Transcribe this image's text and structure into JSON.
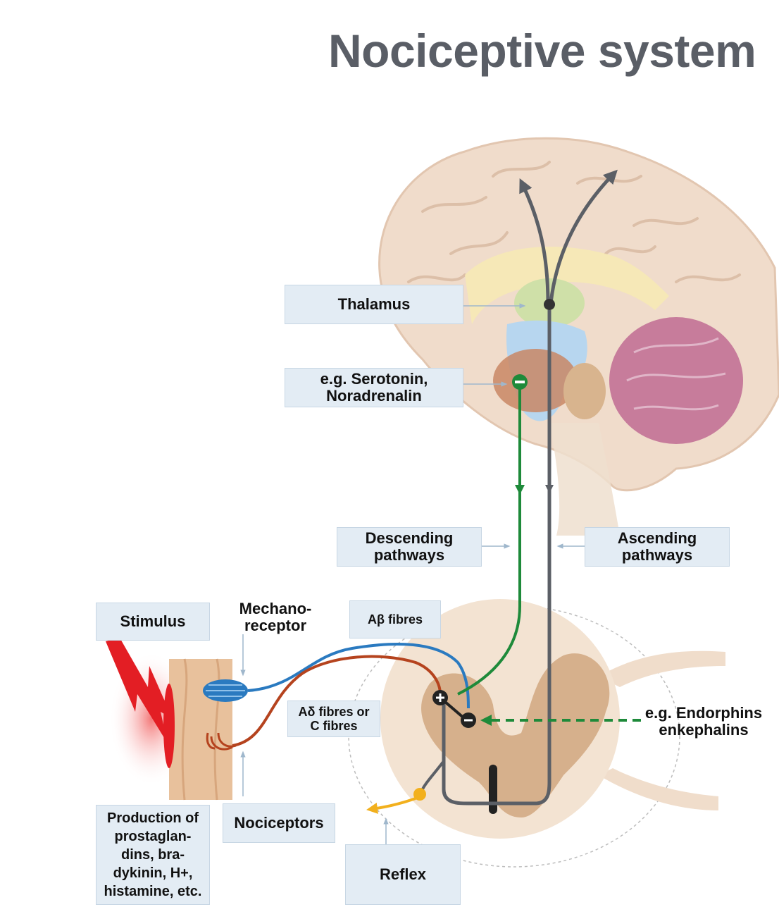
{
  "title": "Nociceptive system",
  "labels": {
    "thalamus": "Thalamus",
    "serotonin": "e.g. Serotonin,\nNoradrenalin",
    "descending": "Descending\npathways",
    "ascending": "Ascending\npathways",
    "stimulus": "Stimulus",
    "mechanoreceptor": "Mechano-\nreceptor",
    "ab_fibres": "Aβ fibres",
    "ad_fibres": "Aδ fibres or\nC fibres",
    "endorphins": "e.g. Endorphins\nenkephalins",
    "production": "Production of\nprostaglan-\ndins, bra-\ndykinin, H+,\nhistamine, etc.",
    "nociceptors": "Nociceptors",
    "reflex": "Reflex"
  },
  "colors": {
    "ascending": "#5b5f66",
    "descending": "#1e8a3a",
    "ab_fibre": "#2a7ac0",
    "ad_fibre": "#b5431e",
    "reflex": "#f2b01d",
    "stimulus": "#e31e24",
    "label_bg": "#e3ecf4"
  }
}
